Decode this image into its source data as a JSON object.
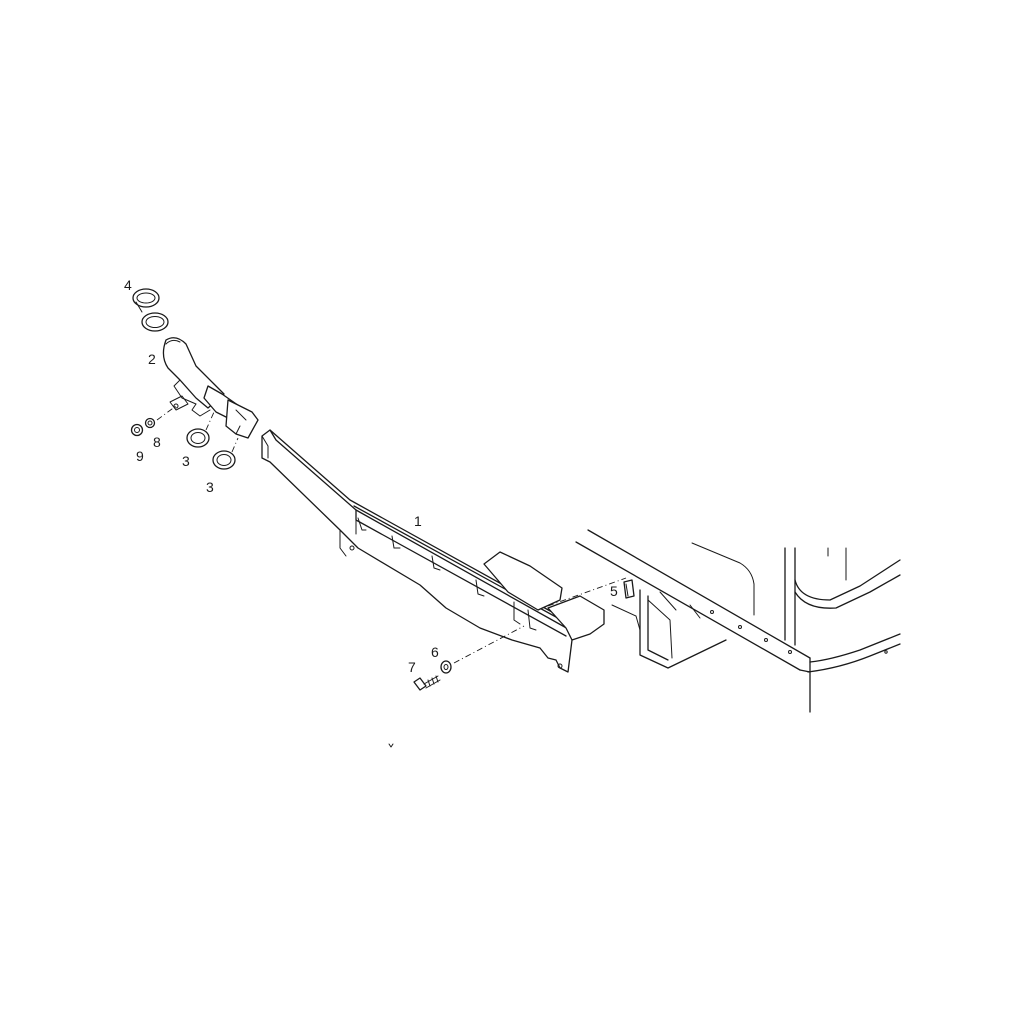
{
  "diagram": {
    "callouts": [
      {
        "id": "c1",
        "text": "1"
      },
      {
        "id": "c2",
        "text": "2"
      },
      {
        "id": "c3a",
        "text": "3"
      },
      {
        "id": "c3b",
        "text": "3"
      },
      {
        "id": "c4",
        "text": "4"
      },
      {
        "id": "c5",
        "text": "5"
      },
      {
        "id": "c6",
        "text": "6"
      },
      {
        "id": "c7",
        "text": "7"
      },
      {
        "id": "c8",
        "text": "8"
      },
      {
        "id": "c9",
        "text": "9"
      }
    ]
  }
}
